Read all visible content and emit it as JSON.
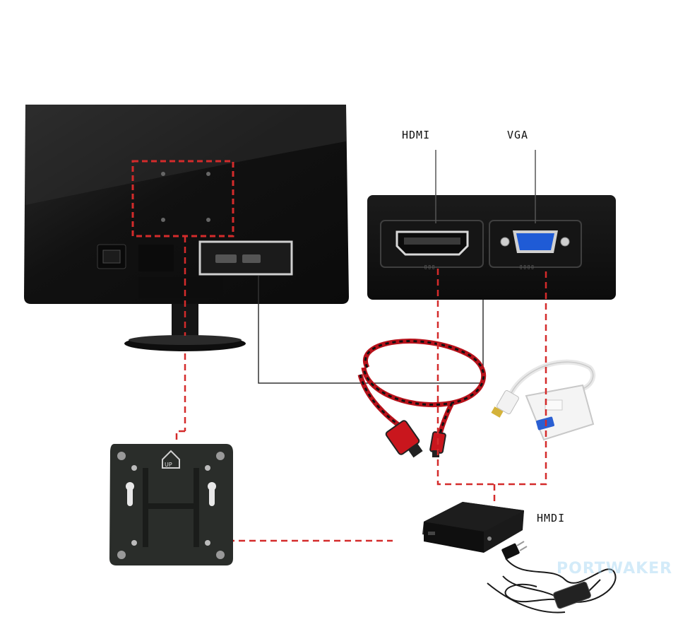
{
  "labels": {
    "hdmi_port": "HDMI",
    "vga_port": "VGA",
    "mini_pc": "HMDI"
  },
  "watermark": {
    "text": "PORTWAKER"
  },
  "colors": {
    "guide_dashed": "#d42b2b",
    "guide_solid": "#333333",
    "monitor_body": "#141414",
    "vga_port": "#1f5bd6",
    "hdmi_cable_red": "#c9161d",
    "mount_plate": "#2a2d2a"
  },
  "icons": [
    "monitor",
    "vesa-mount-plate",
    "port-panel",
    "hdmi-port",
    "vga-port",
    "hdmi-cable",
    "hdmi-to-vga-adapter",
    "mini-pc",
    "power-adapter"
  ]
}
